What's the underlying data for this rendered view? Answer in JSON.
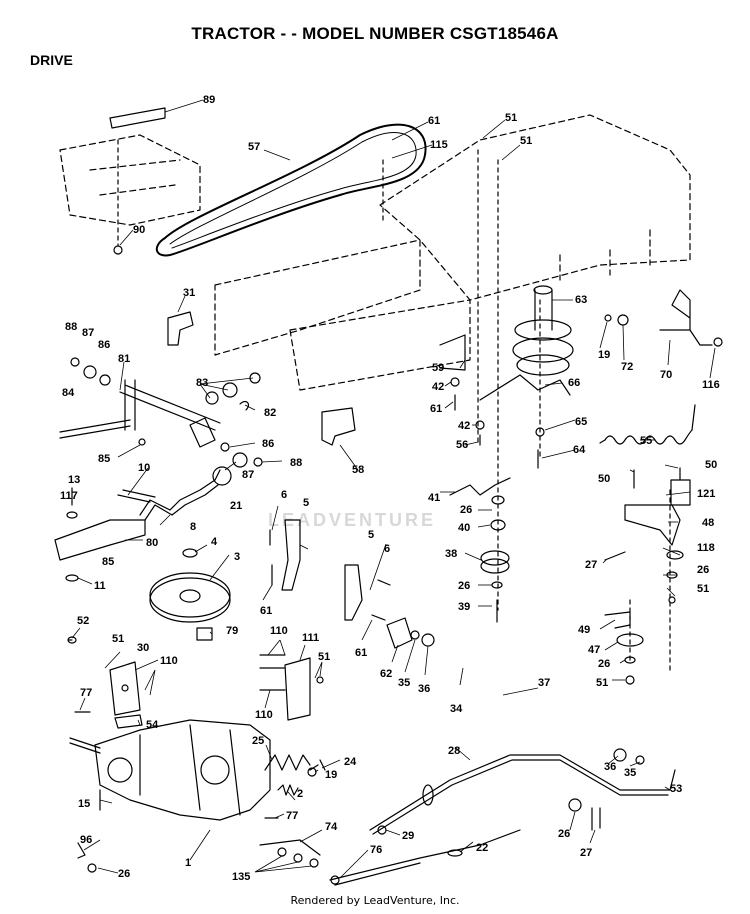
{
  "header": {
    "title": "TRACTOR - - MODEL NUMBER CSGT18546A",
    "section": "DRIVE"
  },
  "watermark": "LEADVENTURE",
  "footer": "Rendered by LeadVenture, Inc.",
  "callouts": [
    {
      "id": "c89",
      "label": "89"
    },
    {
      "id": "c57",
      "label": "57"
    },
    {
      "id": "c61a",
      "label": "61"
    },
    {
      "id": "c115",
      "label": "115"
    },
    {
      "id": "c51a",
      "label": "51"
    },
    {
      "id": "c51b",
      "label": "51"
    },
    {
      "id": "c90",
      "label": "90"
    },
    {
      "id": "c31",
      "label": "31"
    },
    {
      "id": "c63",
      "label": "63"
    },
    {
      "id": "c88a",
      "label": "88"
    },
    {
      "id": "c87a",
      "label": "87"
    },
    {
      "id": "c86a",
      "label": "86"
    },
    {
      "id": "c81",
      "label": "81"
    },
    {
      "id": "c59",
      "label": "59"
    },
    {
      "id": "c19a",
      "label": "19"
    },
    {
      "id": "c72",
      "label": "72"
    },
    {
      "id": "c70",
      "label": "70"
    },
    {
      "id": "c116",
      "label": "116"
    },
    {
      "id": "c83",
      "label": "83"
    },
    {
      "id": "c42a",
      "label": "42"
    },
    {
      "id": "c66",
      "label": "66"
    },
    {
      "id": "c84",
      "label": "84"
    },
    {
      "id": "c82",
      "label": "82"
    },
    {
      "id": "c61b",
      "label": "61"
    },
    {
      "id": "c42b",
      "label": "42"
    },
    {
      "id": "c65",
      "label": "65"
    },
    {
      "id": "c55",
      "label": "55"
    },
    {
      "id": "c85a",
      "label": "85"
    },
    {
      "id": "c86b",
      "label": "86"
    },
    {
      "id": "c56",
      "label": "56"
    },
    {
      "id": "c64",
      "label": "64"
    },
    {
      "id": "c10",
      "label": "10"
    },
    {
      "id": "c88b",
      "label": "88"
    },
    {
      "id": "c58",
      "label": "58"
    },
    {
      "id": "c50a",
      "label": "50"
    },
    {
      "id": "c50b",
      "label": "50"
    },
    {
      "id": "c13",
      "label": "13"
    },
    {
      "id": "c21",
      "label": "21"
    },
    {
      "id": "c87b",
      "label": "87"
    },
    {
      "id": "c41",
      "label": "41"
    },
    {
      "id": "c117",
      "label": "117"
    },
    {
      "id": "c6a",
      "label": "6"
    },
    {
      "id": "c5a",
      "label": "5"
    },
    {
      "id": "c26a",
      "label": "26"
    },
    {
      "id": "c121",
      "label": "121"
    },
    {
      "id": "c8",
      "label": "8"
    },
    {
      "id": "c40",
      "label": "40"
    },
    {
      "id": "c48",
      "label": "48"
    },
    {
      "id": "c80",
      "label": "80"
    },
    {
      "id": "c4",
      "label": "4"
    },
    {
      "id": "c5b",
      "label": "5"
    },
    {
      "id": "c6b",
      "label": "6"
    },
    {
      "id": "c118",
      "label": "118"
    },
    {
      "id": "c85b",
      "label": "85"
    },
    {
      "id": "c38",
      "label": "38"
    },
    {
      "id": "c27a",
      "label": "27"
    },
    {
      "id": "c3",
      "label": "3"
    },
    {
      "id": "c26b",
      "label": "26"
    },
    {
      "id": "c26c",
      "label": "26"
    },
    {
      "id": "c11",
      "label": "11"
    },
    {
      "id": "c51c",
      "label": "51"
    },
    {
      "id": "c61c",
      "label": "61"
    },
    {
      "id": "c39",
      "label": "39"
    },
    {
      "id": "c52",
      "label": "52"
    },
    {
      "id": "c79",
      "label": "79"
    },
    {
      "id": "c49",
      "label": "49"
    },
    {
      "id": "c61d",
      "label": "61"
    },
    {
      "id": "c110a",
      "label": "110"
    },
    {
      "id": "c111",
      "label": "111"
    },
    {
      "id": "c51d",
      "label": "51"
    },
    {
      "id": "c30",
      "label": "30"
    },
    {
      "id": "c47",
      "label": "47"
    },
    {
      "id": "c51e",
      "label": "51"
    },
    {
      "id": "c110b",
      "label": "110"
    },
    {
      "id": "c26d",
      "label": "26"
    },
    {
      "id": "c62",
      "label": "62"
    },
    {
      "id": "c35a",
      "label": "35"
    },
    {
      "id": "c36a",
      "label": "36"
    },
    {
      "id": "c51f",
      "label": "51"
    },
    {
      "id": "c37",
      "label": "37"
    },
    {
      "id": "c77a",
      "label": "77"
    },
    {
      "id": "c110c",
      "label": "110"
    },
    {
      "id": "c34",
      "label": "34"
    },
    {
      "id": "c54",
      "label": "54"
    },
    {
      "id": "c25",
      "label": "25"
    },
    {
      "id": "c28",
      "label": "28"
    },
    {
      "id": "c24",
      "label": "24"
    },
    {
      "id": "c19b",
      "label": "19"
    },
    {
      "id": "c36b",
      "label": "36"
    },
    {
      "id": "c35b",
      "label": "35"
    },
    {
      "id": "c53",
      "label": "53"
    },
    {
      "id": "c2",
      "label": "2"
    },
    {
      "id": "c15",
      "label": "15"
    },
    {
      "id": "c77b",
      "label": "77"
    },
    {
      "id": "c74",
      "label": "74"
    },
    {
      "id": "c29",
      "label": "29"
    },
    {
      "id": "c26e",
      "label": "26"
    },
    {
      "id": "c96",
      "label": "96"
    },
    {
      "id": "c22",
      "label": "22"
    },
    {
      "id": "c1",
      "label": "1"
    },
    {
      "id": "c27b",
      "label": "27"
    },
    {
      "id": "c76",
      "label": "76"
    },
    {
      "id": "c26f",
      "label": "26"
    },
    {
      "id": "c135",
      "label": "135"
    }
  ]
}
